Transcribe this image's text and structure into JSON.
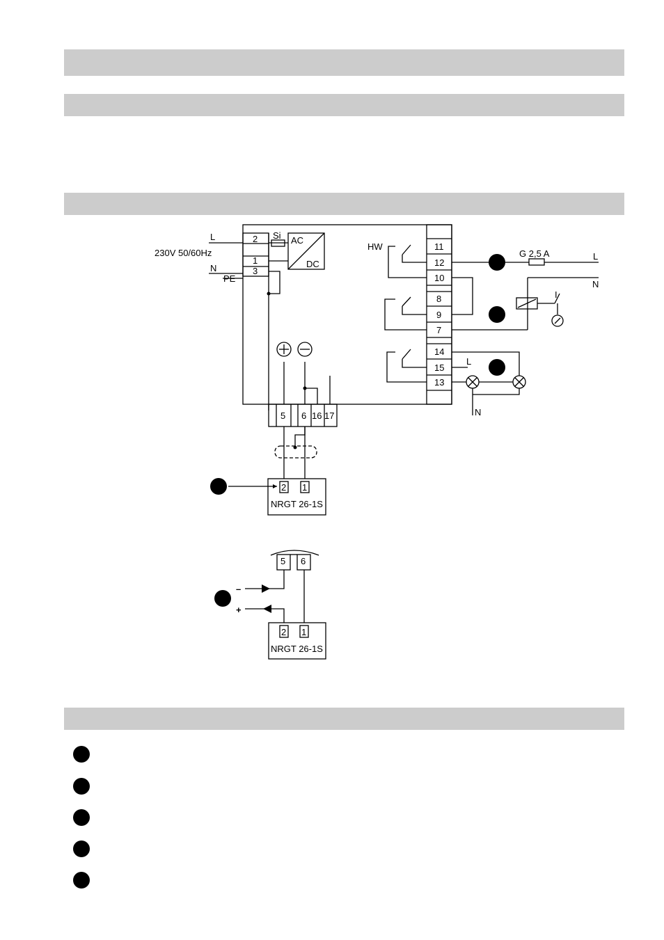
{
  "power": {
    "L": "L",
    "supply": "230V 50/60Hz",
    "N": "N",
    "PE": "PE",
    "si": "Si",
    "ac": "AC",
    "dc": "DC"
  },
  "terminals": {
    "left": [
      "2",
      "1",
      "3"
    ],
    "right": [
      "11",
      "12",
      "10",
      "8",
      "9",
      "7",
      "14",
      "15",
      "13"
    ],
    "bottom": [
      "5",
      "6",
      "16",
      "17"
    ],
    "sensor": [
      "2",
      "1"
    ],
    "detail_top": [
      "5",
      "6"
    ],
    "detail_bottom": [
      "2",
      "1"
    ]
  },
  "labels": {
    "hw": "HW",
    "fuse": "G 2,5 A",
    "line_L": "L",
    "line_N": "N",
    "relay_L": "L",
    "relay_N": "N",
    "switch_I": "I",
    "minus": "–",
    "plus": "+"
  },
  "sensor_name": "NRGT 26-1S",
  "detail_sensor_name": "NRGT 26-1S"
}
